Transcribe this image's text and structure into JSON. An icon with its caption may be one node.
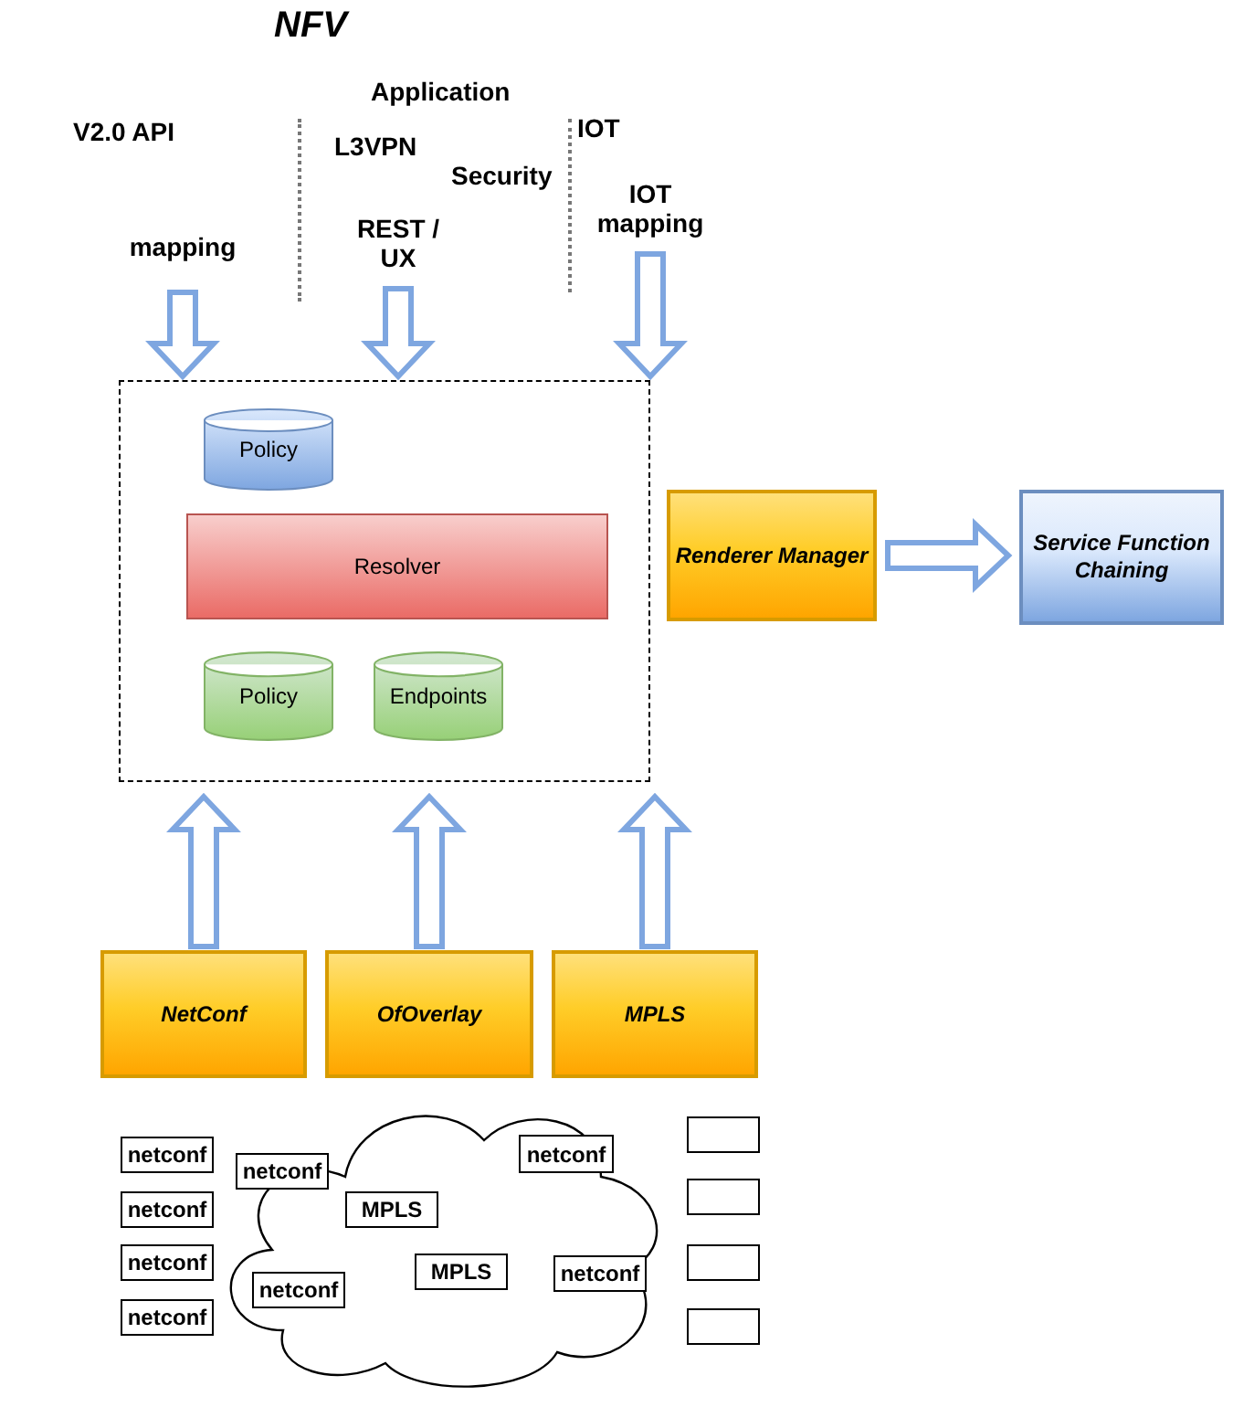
{
  "diagram": {
    "title": "NFV",
    "nodes": [
      {
        "text": [
          "mapping"
        ]
      },
      {
        "text": [
          "REST / UX"
        ]
      },
      {
        "text": [
          "IOT mapping"
        ]
      },
      {
        "text": [],
        "shape": "box"
      },
      {
        "text": [
          "Policy"
        ],
        "in": 3
      },
      {
        "text": [
          "Resolver"
        ],
        "in": 3
      },
      {
        "text": [
          "Policy"
        ],
        "in": 3
      },
      {
        "text": [
          "Endpoints"
        ],
        "in": 3
      },
      {
        "text": [
          "Renderer Manager"
        ]
      },
      {
        "text": [
          "Service Function Chaining"
        ]
      },
      {
        "text": [
          "NetConf"
        ]
      },
      {
        "text": [
          "OfOverlay"
        ]
      },
      {
        "text": [
          "MPLS"
        ]
      },
      {
        "text": [
          "netconf"
        ]
      },
      {
        "text": [
          "netconf"
        ]
      },
      {
        "text": [
          "netconf"
        ]
      },
      {
        "text": [
          "netconf"
        ]
      },
      {
        "text": [],
        "shape": "cloud"
      },
      {
        "text": [
          "netconf"
        ],
        "in": 17
      },
      {
        "text": [
          "netconf"
        ],
        "in": 17
      },
      {
        "text": [
          "MPLS"
        ],
        "in": 17
      },
      {
        "text": [
          "MPLS"
        ],
        "in": 17
      },
      {
        "text": [
          "netconf"
        ],
        "in": 17
      },
      {
        "text": [
          "netconf"
        ],
        "in": 17
      },
      {
        "text": [],
        "shape": "box"
      },
      {
        "text": [],
        "shape": "box"
      },
      {
        "text": [],
        "shape": "box"
      },
      {
        "text": [],
        "shape": "box"
      }
    ],
    "edges": [
      {
        "from": 0,
        "to": 3,
        "arrow": "to"
      },
      {
        "from": 1,
        "to": 3,
        "arrow": "to"
      },
      {
        "from": 2,
        "to": 3,
        "arrow": "to"
      },
      {
        "from": 10,
        "to": 3,
        "arrow": "to"
      },
      {
        "from": 11,
        "to": 3,
        "arrow": "to"
      },
      {
        "from": 12,
        "to": 3,
        "arrow": "to"
      },
      {
        "from": 8,
        "to": 9,
        "arrow": "to"
      }
    ],
    "labels": [
      "V2.0 API",
      "Application",
      "L3VPN",
      "Security",
      "IOT"
    ]
  }
}
